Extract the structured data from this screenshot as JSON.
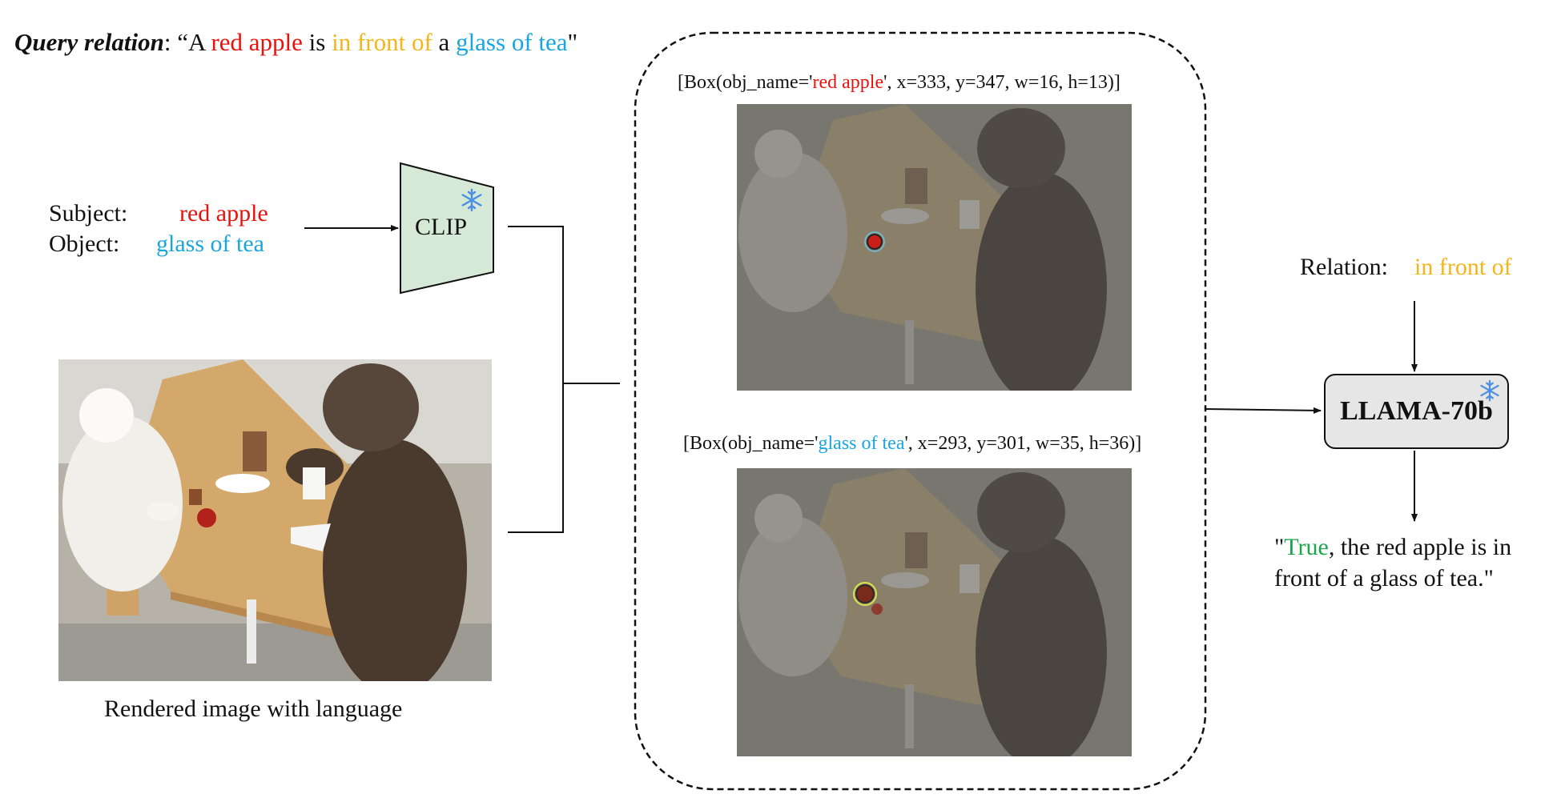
{
  "query": {
    "label": "Query relation",
    "open_quote": ": “A ",
    "subject": "red apple",
    "is": " is ",
    "relation": "in front of",
    "a": " a ",
    "object": "glass of tea",
    "close_quote": "\""
  },
  "inputs": {
    "subject_label": "Subject:",
    "subject_value": "red apple",
    "object_label": "Object:",
    "object_value": "glass of tea"
  },
  "clip": {
    "label": "CLIP",
    "frozen_icon": "snowflake-icon"
  },
  "rendered_caption": "Rendered image with language",
  "boxes": [
    {
      "prefix": "[Box(obj_name='",
      "name": "red apple",
      "suffix": "', x=333, y=347, w=16, h=13)]"
    },
    {
      "prefix": "[Box(obj_name='",
      "name": "glass of tea",
      "suffix": "', x=293, y=301, w=35, h=36)]"
    }
  ],
  "relation": {
    "label": "Relation:",
    "value": "in front of"
  },
  "llm": {
    "label": "LLAMA-70b",
    "frozen_icon": "snowflake-icon"
  },
  "answer": {
    "open": "\"",
    "verdict": "True",
    "line1_rest": ", the red apple is in",
    "line2": "front of a glass of tea.\""
  },
  "colors": {
    "subject": "#e8120c",
    "relation": "#f4b41a",
    "object": "#17a6e0",
    "true": "#1aa64a",
    "clip_fill": "#d6e9d6",
    "llama_fill": "#e6e6e6"
  }
}
